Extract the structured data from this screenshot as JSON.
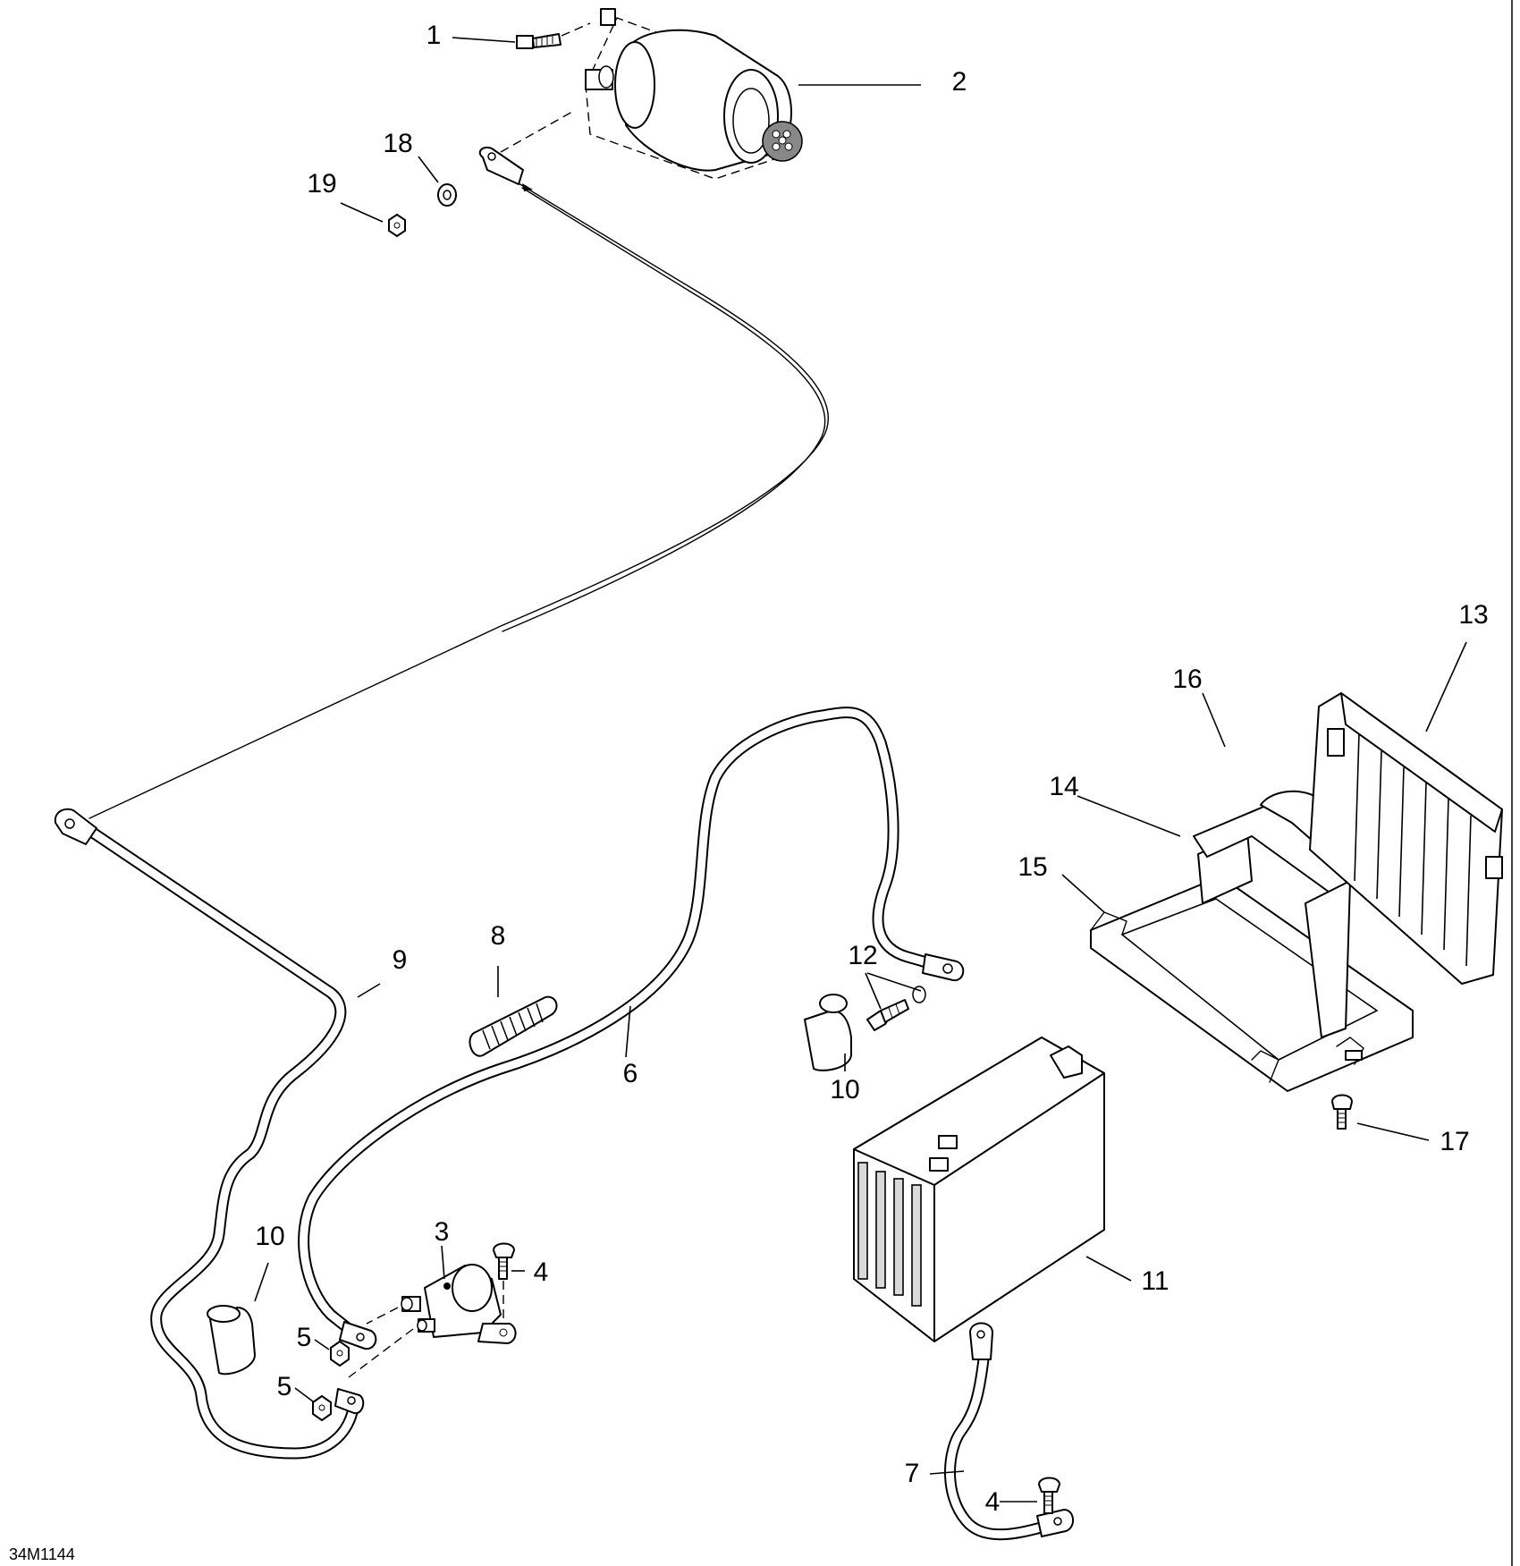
{
  "diagram": {
    "drawing_code": "34M1144",
    "callouts": [
      {
        "id": "c1",
        "text": "1"
      },
      {
        "id": "c2",
        "text": "2"
      },
      {
        "id": "c3",
        "text": "3"
      },
      {
        "id": "c4a",
        "text": "4"
      },
      {
        "id": "c4b",
        "text": "4"
      },
      {
        "id": "c5a",
        "text": "5"
      },
      {
        "id": "c5b",
        "text": "5"
      },
      {
        "id": "c6",
        "text": "6"
      },
      {
        "id": "c7",
        "text": "7"
      },
      {
        "id": "c8",
        "text": "8"
      },
      {
        "id": "c9",
        "text": "9"
      },
      {
        "id": "c10a",
        "text": "10"
      },
      {
        "id": "c10b",
        "text": "10"
      },
      {
        "id": "c11",
        "text": "11"
      },
      {
        "id": "c12",
        "text": "12"
      },
      {
        "id": "c13",
        "text": "13"
      },
      {
        "id": "c14",
        "text": "14"
      },
      {
        "id": "c15",
        "text": "15"
      },
      {
        "id": "c16",
        "text": "16"
      },
      {
        "id": "c17",
        "text": "17"
      },
      {
        "id": "c18",
        "text": "18"
      },
      {
        "id": "c19",
        "text": "19"
      }
    ]
  }
}
